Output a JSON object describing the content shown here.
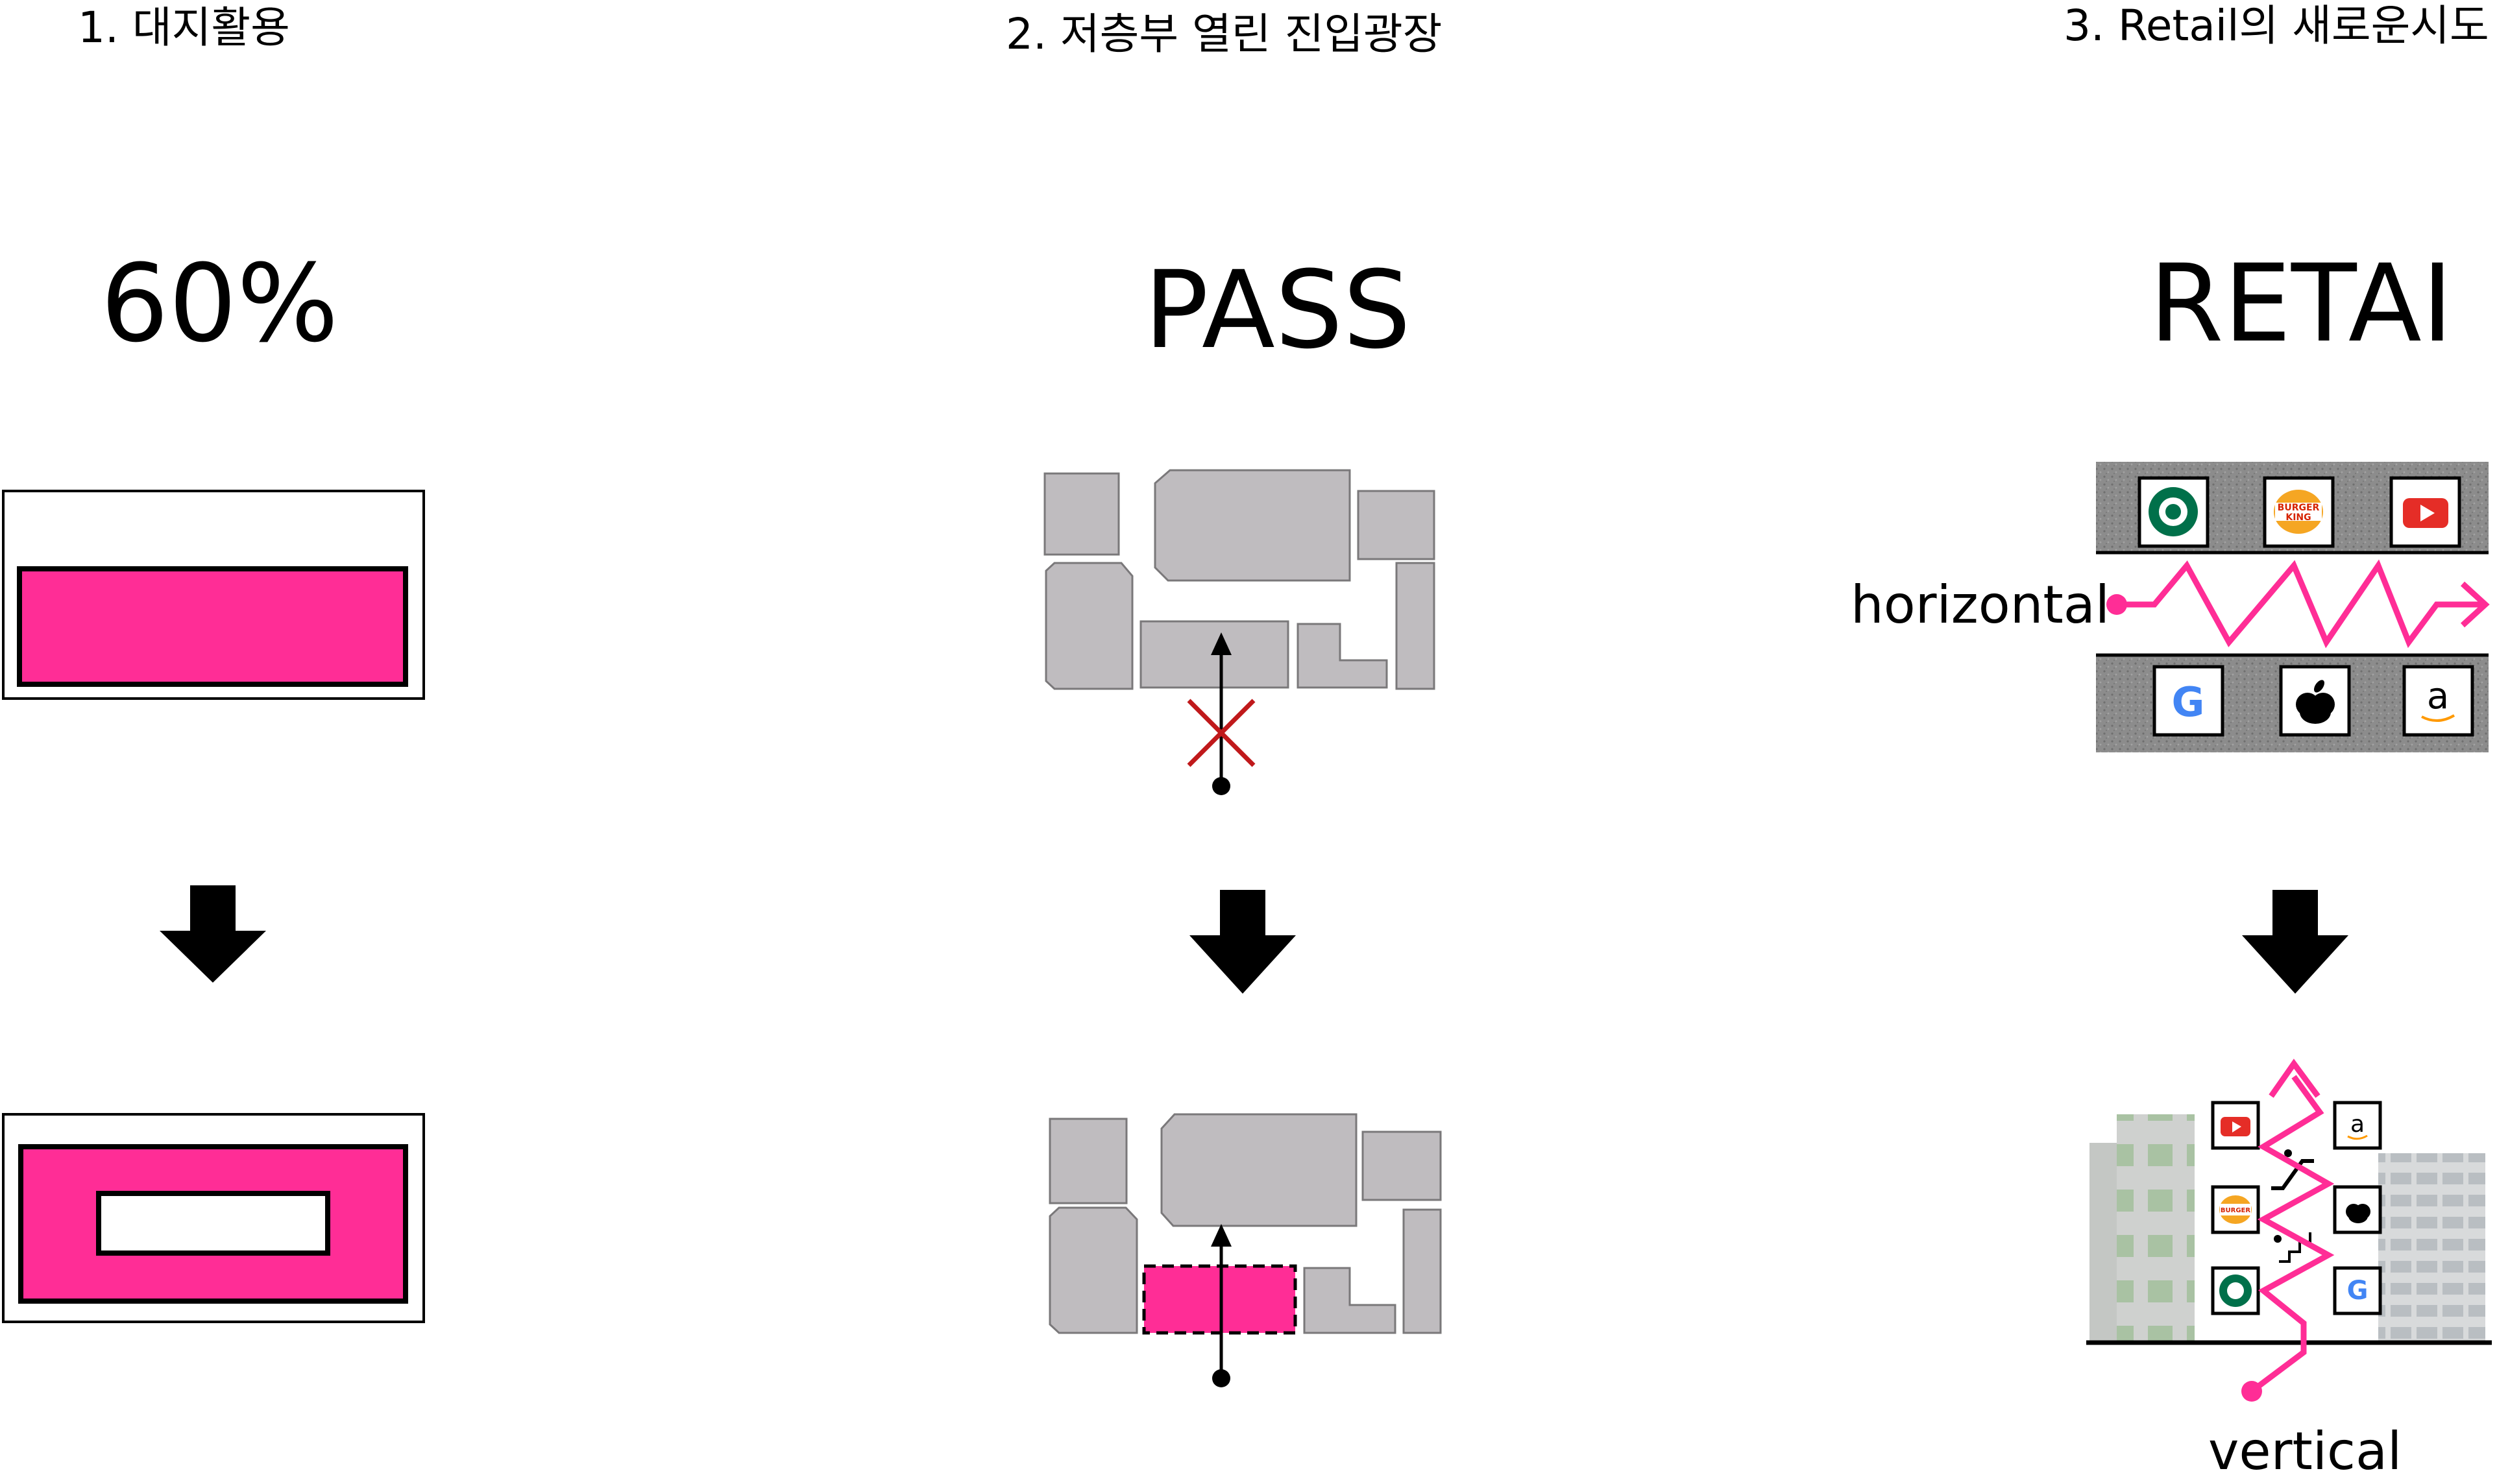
{
  "columns": [
    {
      "heading": "1. 대지활용",
      "big_label": "60%"
    },
    {
      "heading": "2. 저층부 열린 진입광장",
      "big_label": "PASS"
    },
    {
      "heading": "3. Retail의 새로운시도",
      "big_label": "RETAI"
    }
  ],
  "retail": {
    "horizontal_label": "horizontal",
    "vertical_label": "vertical",
    "logos_top": [
      {
        "name": "starbucks-logo",
        "icon": "starbucks"
      },
      {
        "name": "burger-king-logo",
        "icon": "burger-king",
        "text": "BURGER KING"
      },
      {
        "name": "youtube-logo",
        "icon": "youtube"
      }
    ],
    "logos_bottom": [
      {
        "name": "google-logo",
        "icon": "google",
        "text": "G"
      },
      {
        "name": "apple-logo",
        "icon": "apple"
      },
      {
        "name": "amazon-logo",
        "icon": "amazon",
        "text": "a"
      }
    ]
  },
  "colors": {
    "accent": "#ff2d96",
    "block_fill": "#bfbcbf",
    "block_stroke": "#7a787a",
    "ink": "#000000",
    "cross": "#c0191b",
    "gravel": "#8a8a8a"
  }
}
